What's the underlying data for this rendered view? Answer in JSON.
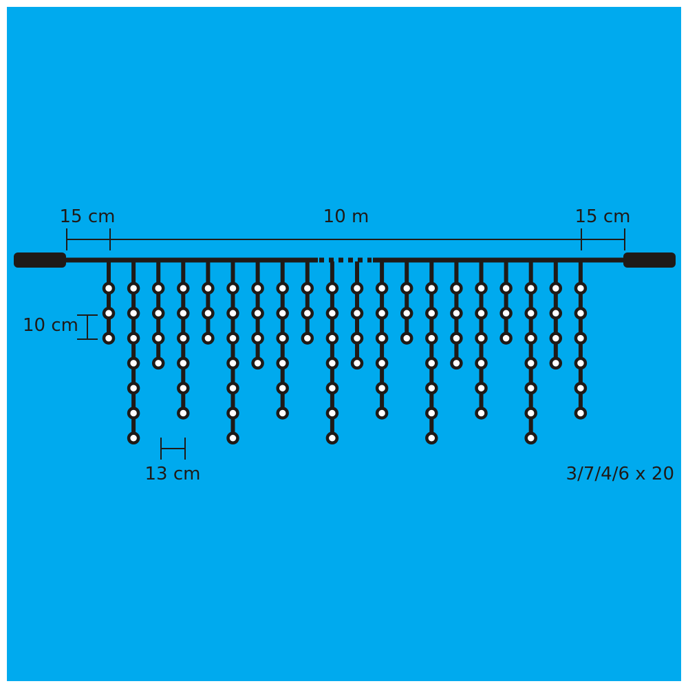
{
  "colors": {
    "background": "#00aaee",
    "cable": "#1f1a17",
    "led_fill": "#ffffff"
  },
  "labels": {
    "lead_left": "15 cm",
    "main_length": "10 m",
    "lead_right": "15 cm",
    "led_spacing": "10 cm",
    "drop_spacing": "13 cm",
    "pattern": "3/7/4/6 x 20"
  },
  "drops": {
    "count": 20,
    "led_pattern": [
      3,
      7,
      4,
      6
    ]
  }
}
